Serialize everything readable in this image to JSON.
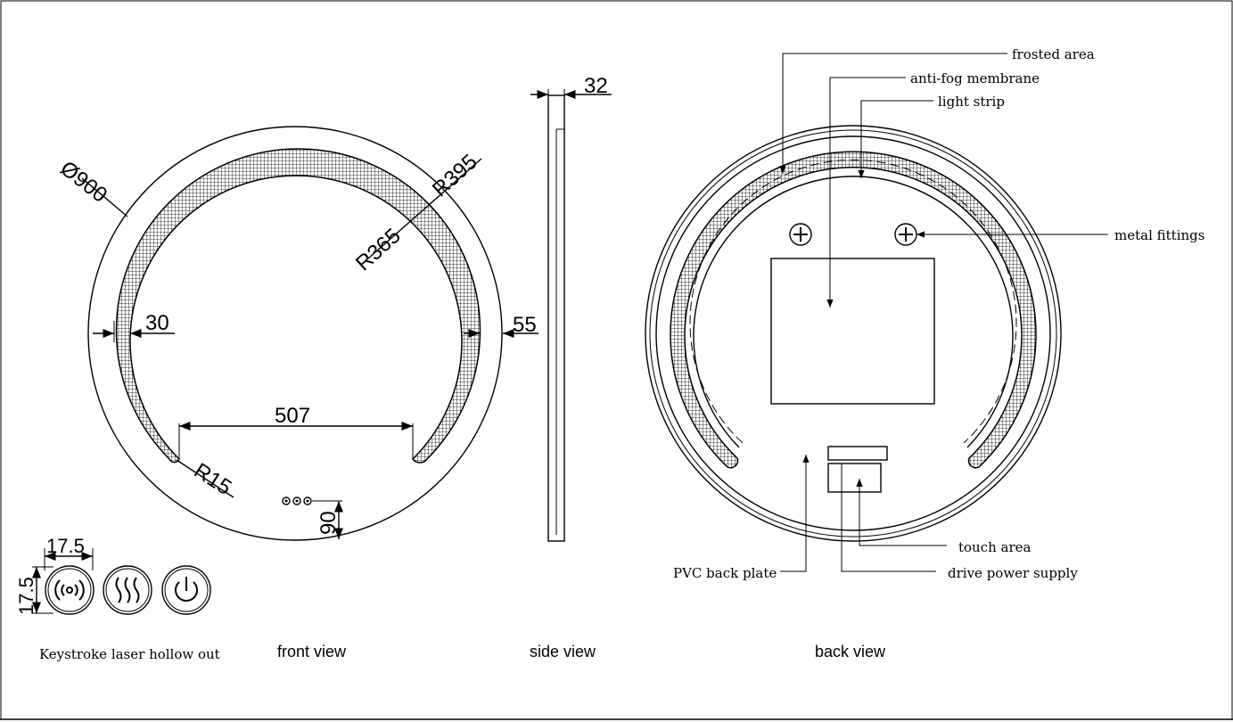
{
  "front_view": {
    "title": "front view",
    "dim_diameter": "Ø900",
    "dim_r395": "R395",
    "dim_r365": "R365",
    "dim_30": "30",
    "dim_55": "55",
    "dim_507": "507",
    "dim_r15": "R15",
    "dim_90": "90"
  },
  "side_view": {
    "title": "side view",
    "dim_32": "32"
  },
  "back_view": {
    "title": "back view",
    "labels": {
      "frosted_area": "frosted area",
      "anti_fog_membrane": "anti-fog membrane",
      "light_strip": "light strip",
      "metal_fittings": "metal fittings",
      "touch_area": "touch area",
      "drive_power_supply": "drive power supply",
      "pvc_back_plate": "PVC back plate"
    }
  },
  "keys": {
    "caption": "Keystroke laser hollow out",
    "dim_w": "17.5",
    "dim_h": "17.5",
    "icons": [
      "wireless-signal-icon",
      "heat-waves-icon",
      "power-icon"
    ]
  }
}
